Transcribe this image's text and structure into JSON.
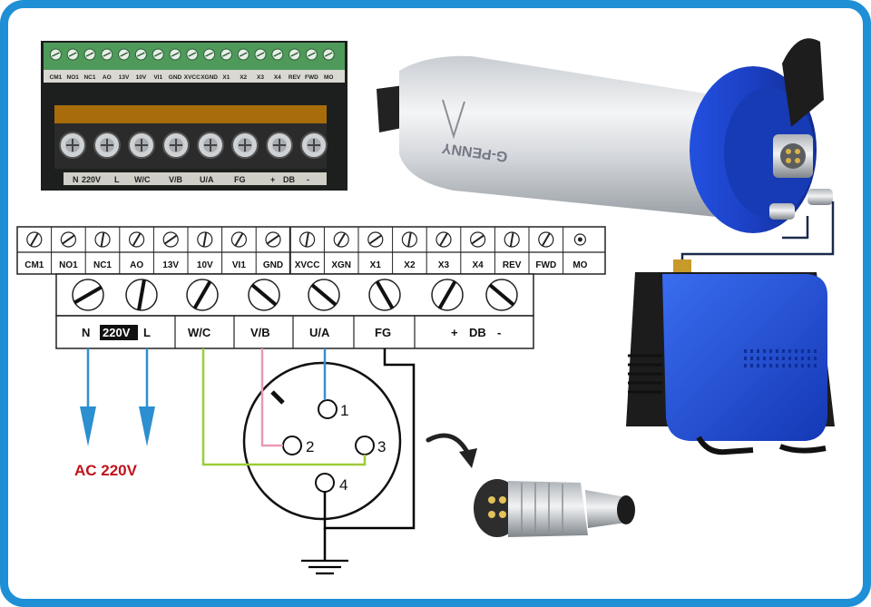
{
  "photo_terminal": {
    "top_labels": [
      "CM1",
      "NO1",
      "NC1",
      "AO",
      "13V",
      "10V",
      "VI1",
      "GND",
      "XVCC",
      "XGND",
      "X1",
      "X2",
      "X3",
      "X4",
      "REV",
      "FWD",
      "MO"
    ],
    "bottom_labels": [
      "N",
      "220V",
      "L",
      "W/C",
      "V/B",
      "U/A",
      "FG",
      "+",
      "DB",
      "-"
    ]
  },
  "spindle": {
    "brand_text": "G-PENNY"
  },
  "control_terminals": [
    "CM1",
    "NO1",
    "NC1",
    "AO",
    "13V",
    "10V",
    "VI1",
    "GND",
    "XVCC",
    "XGN",
    "X1",
    "X2",
    "X3",
    "X4",
    "REV",
    "FWD",
    "MO"
  ],
  "power_terminals": {
    "n": "N",
    "v220": "220V",
    "l": "L",
    "wc": "W/C",
    "vb": "V/B",
    "ua": "U/A",
    "fg": "FG",
    "plus": "+",
    "db": "DB",
    "minus": "-"
  },
  "supply_label": "AC 220V",
  "connector_pins": [
    "1",
    "2",
    "3",
    "4"
  ],
  "colors": {
    "frame": "#1f8fd6",
    "arrow": "#2b8fd0",
    "supply_text": "#c0121b",
    "wire_ua": "#3a8fd0",
    "wire_vb": "#e79bb8",
    "wire_wc": "#9ccc3a",
    "wire_fg": "#000000",
    "spindle_blue": "#1d43c9",
    "pump_blue": "#1b4fd8"
  }
}
